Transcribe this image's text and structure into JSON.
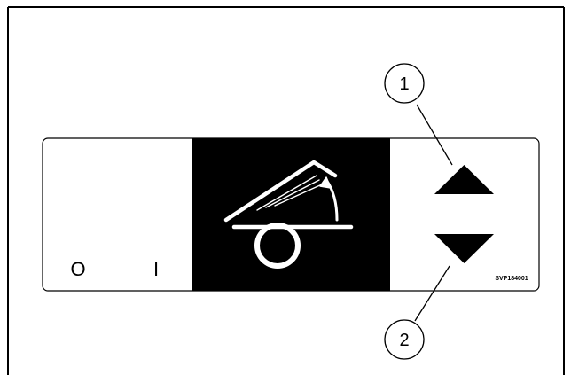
{
  "callouts": [
    {
      "label": "1"
    },
    {
      "label": "2"
    }
  ],
  "switch": {
    "off_label": "O",
    "on_label": "I"
  },
  "panel": {
    "icon": "tilt-bed-icon",
    "up_button_icon": "triangle-up-icon",
    "down_button_icon": "triangle-down-icon"
  },
  "figure_code": "SVP184001",
  "colors": {
    "ink": "#000000",
    "paper": "#ffffff"
  }
}
